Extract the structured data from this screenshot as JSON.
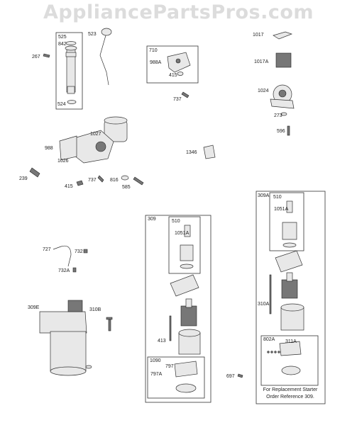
{
  "watermark": "AppliancePartsPros.com",
  "labels": {
    "l525": "525",
    "l842": "842",
    "l524": "524",
    "l267": "267",
    "l523": "523",
    "l710": "710",
    "l988A": "988A",
    "l415a": "415",
    "l737a": "737",
    "l1017": "1017",
    "l1017A": "1017A",
    "l1024": "1024",
    "l273": "273",
    "l596": "596",
    "l1027": "1027",
    "l988": "988",
    "l1026": "1026",
    "l239": "239",
    "l415b": "415",
    "l737b": "737",
    "l816": "816",
    "l585": "585",
    "l1346": "1346",
    "l309A": "309A",
    "l510b": "510",
    "l1051Ab": "1051A",
    "l310A": "310A",
    "l802A": "802A",
    "l311A": "311A",
    "l309": "309",
    "l510a": "510",
    "l1051A": "1051A",
    "l413": "413",
    "l1090": "1090",
    "l797": "797",
    "l797A": "797A",
    "l697": "697",
    "l727": "727",
    "l732": "732",
    "l732A": "732A",
    "l309E": "309E",
    "l310B": "310B"
  },
  "note": {
    "line1": "For Replacement Starter",
    "line2": "Order Reference 309."
  }
}
